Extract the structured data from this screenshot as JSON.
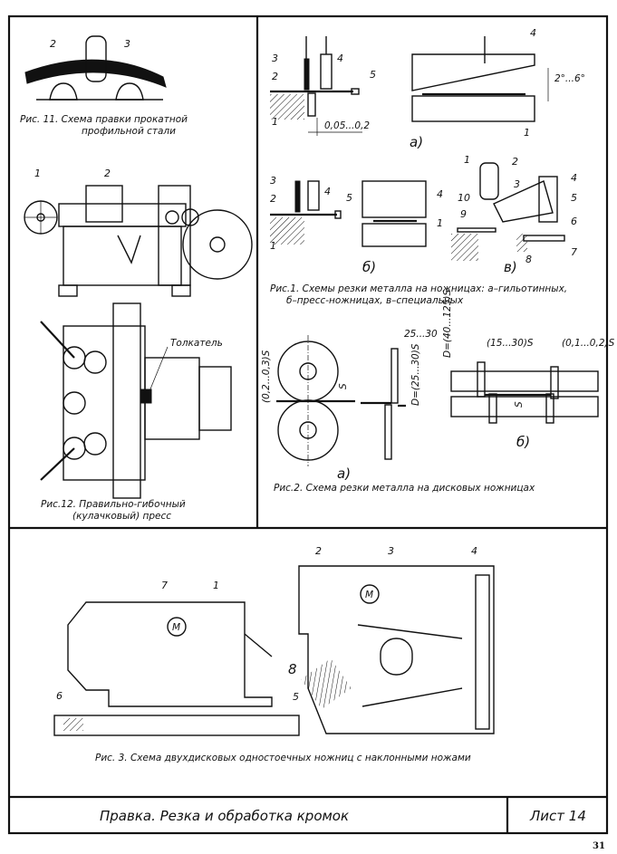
{
  "sheet": {
    "title": "Правка. Резка и обработка кромок",
    "sheet_label": "Лист 14",
    "page_number": "31"
  },
  "fig11": {
    "caption_line1": "Рис. 11. Схема правки прокатной",
    "caption_line2": "профильной стали",
    "labels": [
      "2",
      "3"
    ]
  },
  "fig_machine": {
    "labels": [
      "1",
      "2"
    ]
  },
  "fig12": {
    "caption_line1": "Рис.12. Правильно-гибочный",
    "caption_line2": "(кулачковый) пресс",
    "pusher_label": "Толкатель"
  },
  "fig1": {
    "caption_line1": "Рис.1. Схемы резки металла на ножницах: а–гильотинных,",
    "caption_line2": "б–пресс-ножницах, в–специальных",
    "sub_a": "а)",
    "sub_b": "б)",
    "sub_v": "в)",
    "gap": "0,05...0,2",
    "angle": "2°...6°",
    "labels_a": [
      "1",
      "2",
      "3",
      "4",
      "5",
      "4",
      "1"
    ],
    "labels_b": [
      "1",
      "2",
      "3",
      "4",
      "5",
      "4",
      "1"
    ],
    "labels_v": [
      "1",
      "2",
      "3",
      "4",
      "5",
      "6",
      "7",
      "8",
      "9",
      "10"
    ]
  },
  "fig2": {
    "caption": "Рис.2. Схема резки металла на дисковых ножницах",
    "sub_a": "а)",
    "sub_b": "б)",
    "dim_overlap": "(0,2...0,3)S",
    "dim_s": "S",
    "dim_width": "25...30",
    "dim_d1": "D=(25...30)S",
    "dim_d2": "D=(40...125)S",
    "dim_spacing": "(15...30)S",
    "dim_gap": "(0,1...0,2)S",
    "dim_s2": "S"
  },
  "fig3": {
    "caption": "Рис. 3. Схема двухдисковых одностоечных ножниц с наклонными ножами",
    "labels": [
      "1",
      "2",
      "3",
      "4",
      "5",
      "6",
      "7",
      "8"
    ],
    "motor": "M"
  }
}
